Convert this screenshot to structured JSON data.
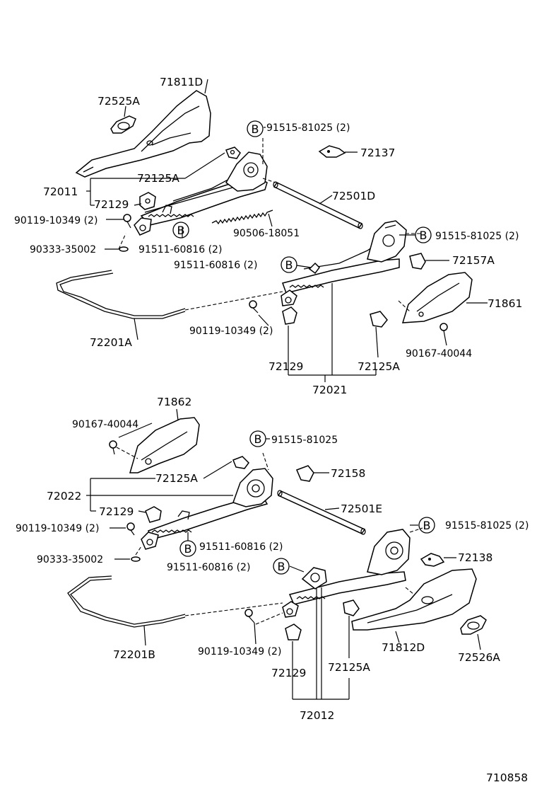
{
  "footer_code": "710858",
  "bolt_marker": "B",
  "labels": {
    "p71811D": "71811D",
    "p72525A": "72525A",
    "p91515_top1": "91515-81025 (2)",
    "p72137": "72137",
    "p72125A_1": "72125A",
    "p72011": "72011",
    "p72501D": "72501D",
    "p72129_1": "72129",
    "p90119_1": "90119-10349 (2)",
    "p90506": "90506-18051",
    "p91515_top2": "91515-81025 (2)",
    "p90333_1": "90333-35002",
    "p91511_1": "91511-60816 (2)",
    "p91511_2": "91511-60816 (2)",
    "p72157A": "72157A",
    "p71861": "71861",
    "p90119_2": "90119-10349 (2)",
    "p72201A": "72201A",
    "p90167_1": "90167-40044",
    "p72129_2": "72129",
    "p72125A_2": "72125A",
    "p72021": "72021",
    "p71862": "71862",
    "p90167_2": "90167-40044",
    "p91515_mid": "91515-81025",
    "p72125A_3": "72125A",
    "p72158": "72158",
    "p72022": "72022",
    "p72501E": "72501E",
    "p72129_3": "72129",
    "p91515_low": "91515-81025 (2)",
    "p90119_3": "90119-10349 (2)",
    "p91511_3": "91511-60816 (2)",
    "p90333_2": "90333-35002",
    "p72138": "72138",
    "p91511_4": "91511-60816 (2)",
    "p90119_4": "90119-10349 (2)",
    "p72201B": "72201B",
    "p71812D": "71812D",
    "p72526A": "72526A",
    "p72129_4": "72129",
    "p72125A_4": "72125A",
    "p72012": "72012"
  }
}
